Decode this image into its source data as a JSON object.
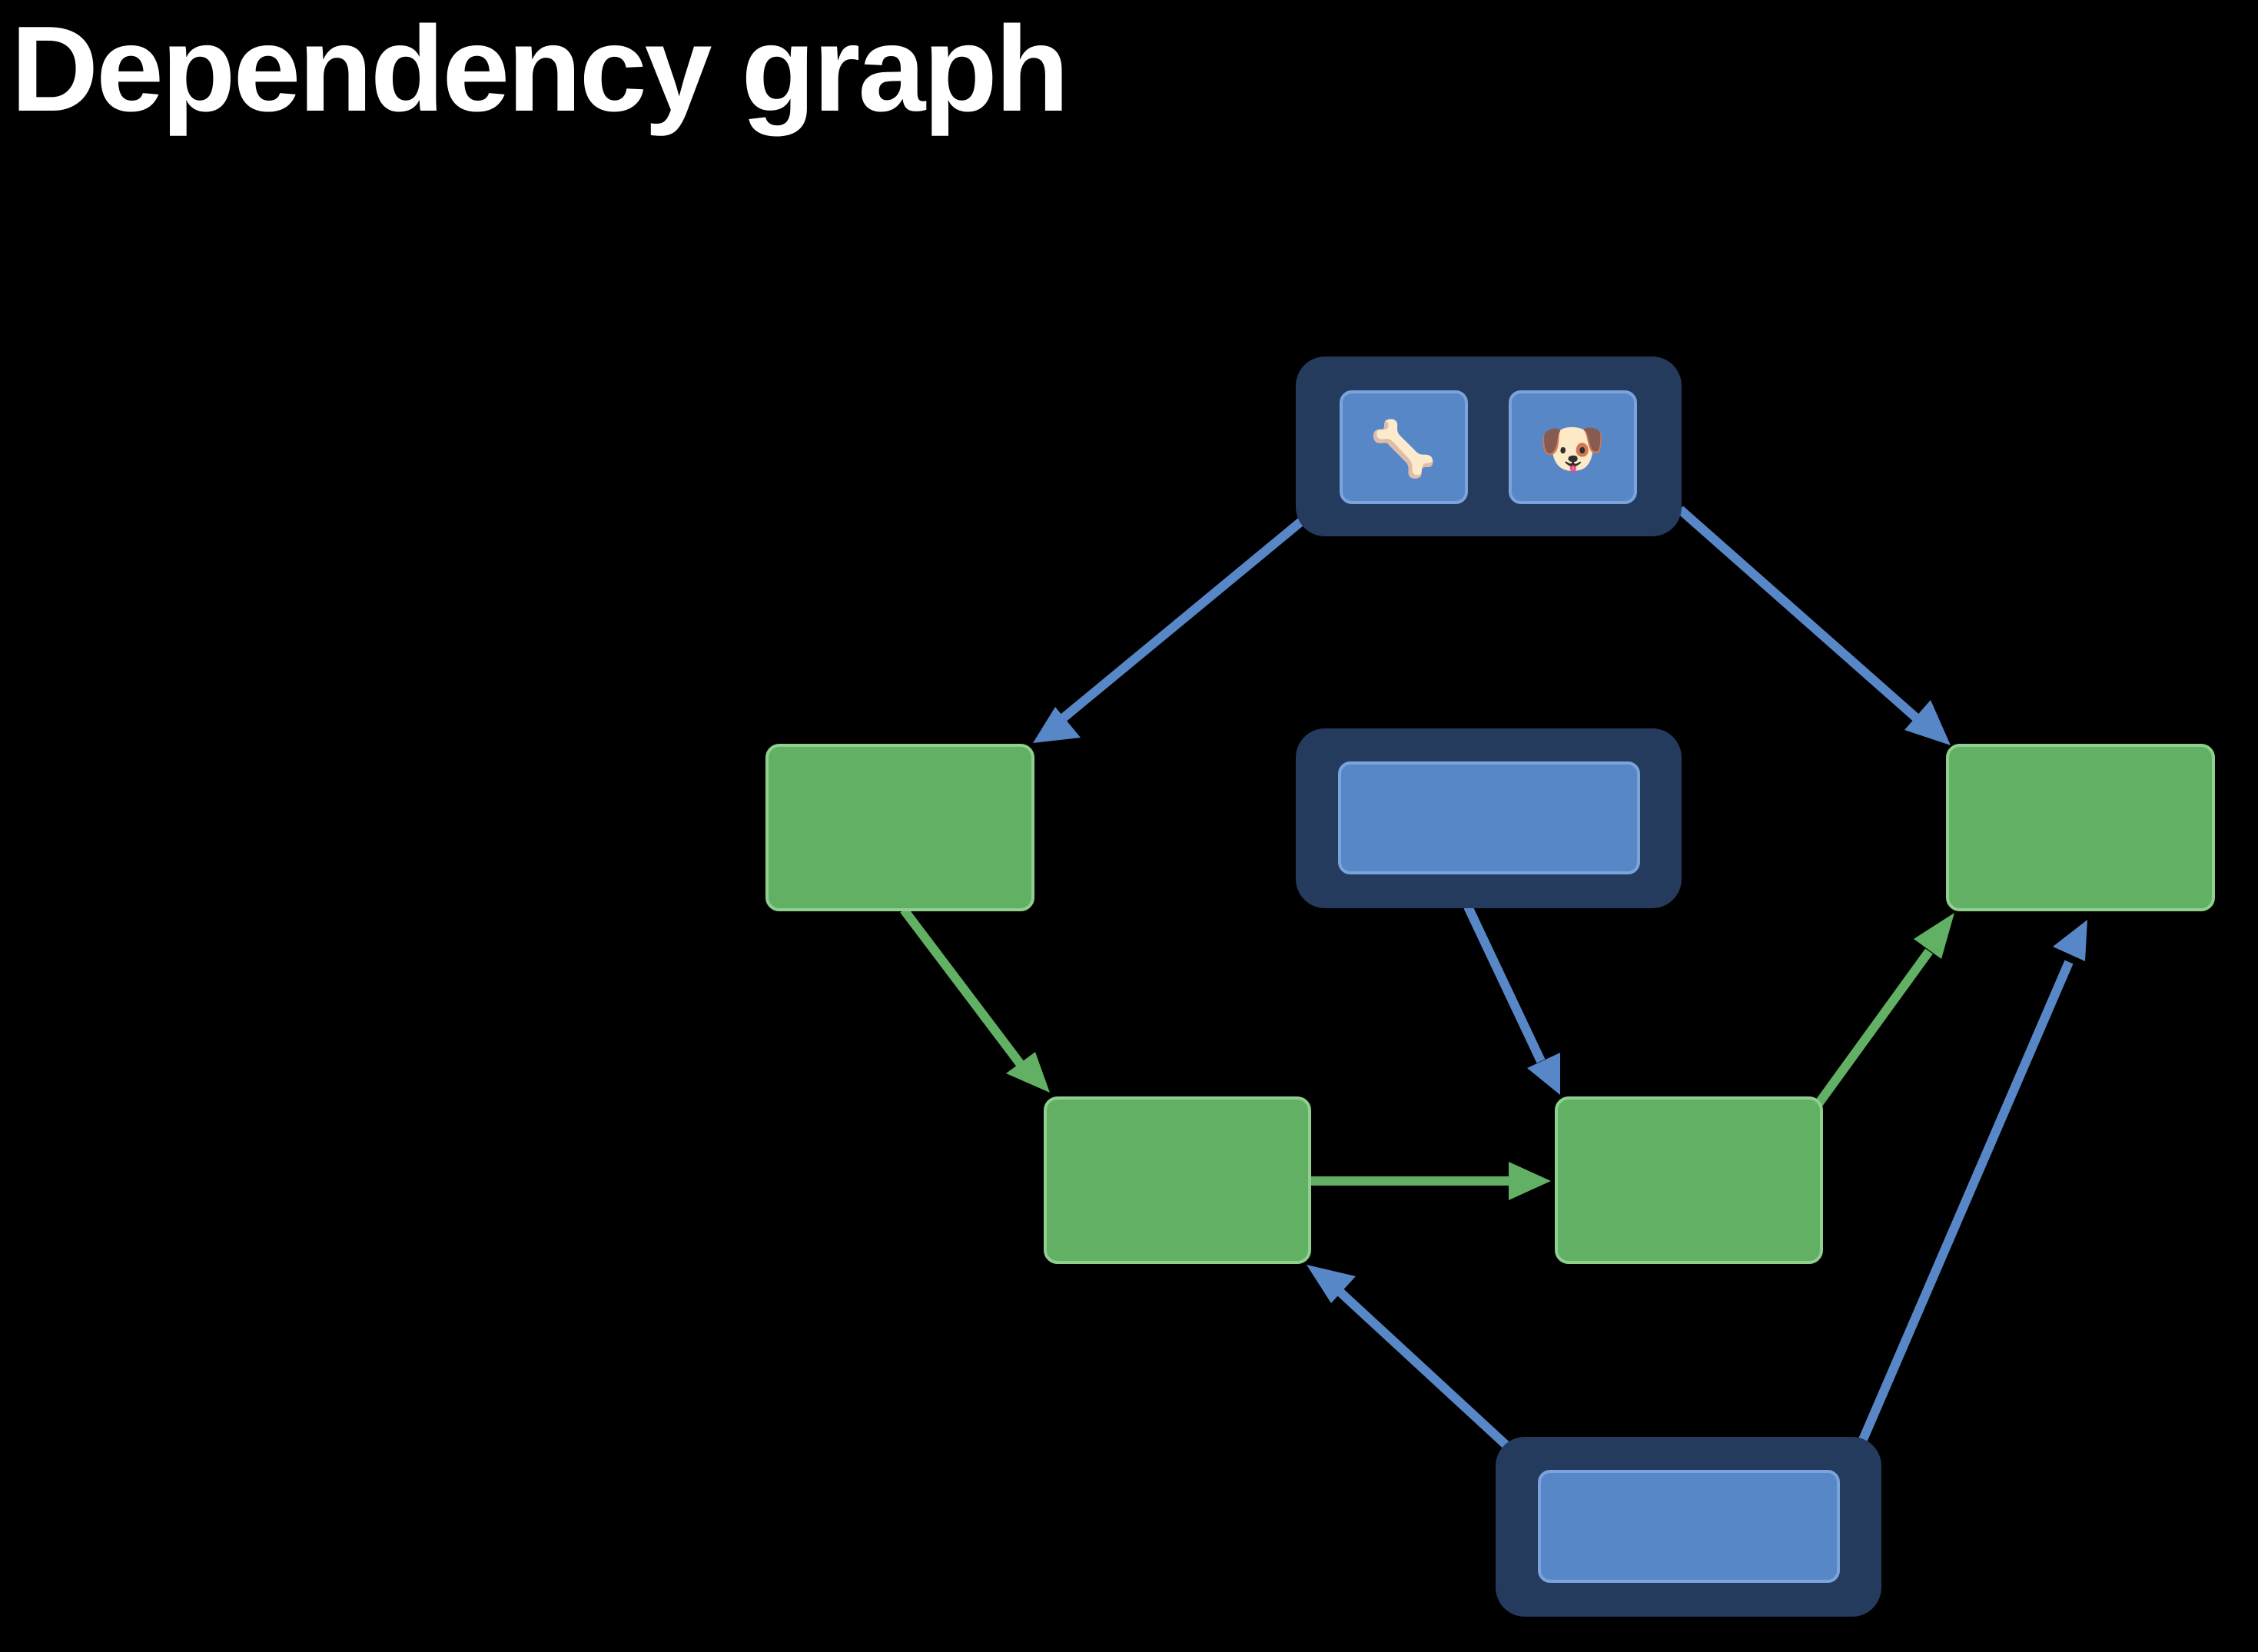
{
  "title": "Dependency graph",
  "colors": {
    "background": "#000000",
    "title_text": "#ffffff",
    "state_group_bg": "#243b5d",
    "state_box": "#5887c8",
    "state_box_border": "#7ba3dc",
    "derived_box": "#61b064",
    "derived_box_border": "#8fd08f",
    "state_edge": "#5887c8",
    "derived_edge": "#61b064"
  },
  "state_groups": [
    {
      "id": "top",
      "items": [
        {
          "id": "bone",
          "icon": "bone-icon",
          "glyph": "🦴"
        },
        {
          "id": "dog",
          "icon": "dog-face-icon",
          "glyph": "🐶"
        }
      ]
    },
    {
      "id": "middle",
      "items": [
        {
          "id": "middle-state"
        }
      ]
    },
    {
      "id": "bottom",
      "items": [
        {
          "id": "bottom-state"
        }
      ]
    }
  ],
  "derived_nodes": [
    "left",
    "right",
    "center-left",
    "center-right"
  ],
  "edges": [
    {
      "from": "top",
      "to": "left",
      "kind": "state"
    },
    {
      "from": "top",
      "to": "right",
      "kind": "state"
    },
    {
      "from": "left",
      "to": "center-left",
      "kind": "derived"
    },
    {
      "from": "center-left",
      "to": "center-right",
      "kind": "derived"
    },
    {
      "from": "middle",
      "to": "center-right",
      "kind": "state"
    },
    {
      "from": "center-right",
      "to": "right",
      "kind": "derived"
    },
    {
      "from": "bottom",
      "to": "center-left",
      "kind": "state"
    },
    {
      "from": "bottom",
      "to": "right",
      "kind": "state"
    }
  ]
}
